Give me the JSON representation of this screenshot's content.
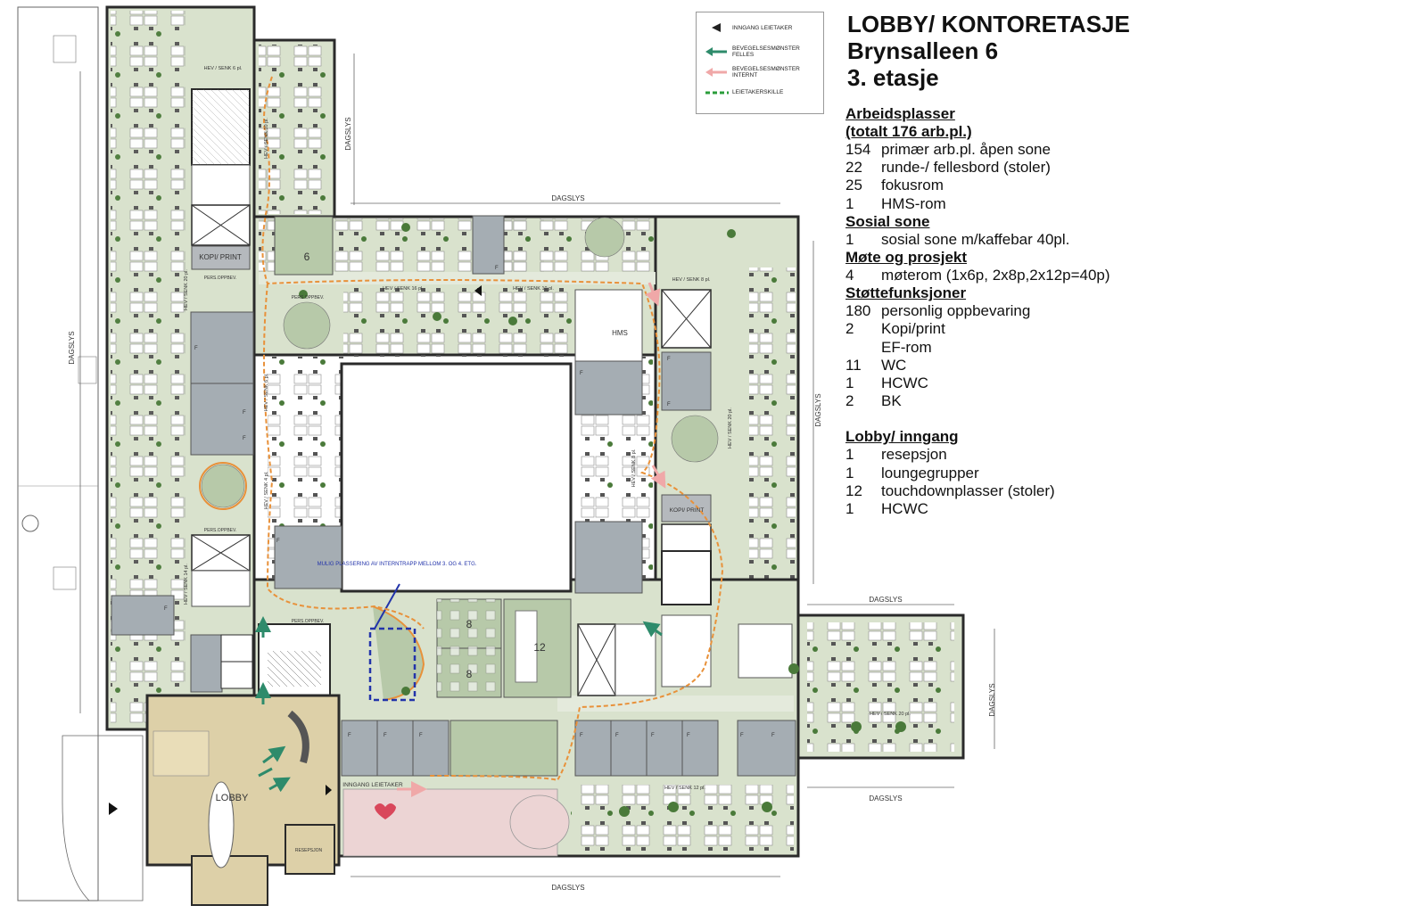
{
  "title": {
    "line1": "LOBBY/ KONTORETASJE",
    "line2": "Brynsalleen 6",
    "line3": "3. etasje"
  },
  "legend": {
    "items": [
      {
        "label": "INNGANG LEIETAKER",
        "symbol": "triangle",
        "color": "#222222"
      },
      {
        "label": "BEVEGELSESMØNSTER FELLES",
        "symbol": "arrow",
        "color": "#2e8b6b"
      },
      {
        "label": "BEVEGELSESMØNSTER INTERNT",
        "symbol": "arrow",
        "color": "#f0a8a8"
      },
      {
        "label": "LEIETAKERSKILLE",
        "symbol": "dashed-line",
        "color": "#2a9d3a"
      }
    ]
  },
  "summary": {
    "arbeidsplasser": {
      "heading": "Arbeidsplasser",
      "subheading": "(totalt 176 arb.pl.)",
      "rows": [
        {
          "count": "154",
          "label": "primær arb.pl. åpen sone"
        },
        {
          "count": "22",
          "label": "runde-/ fellesbord (stoler)"
        },
        {
          "count": "25",
          "label": "fokusrom"
        },
        {
          "count": "1",
          "label": "HMS-rom"
        }
      ]
    },
    "sosial": {
      "heading": "Sosial sone",
      "rows": [
        {
          "count": "1",
          "label": "sosial sone m/kaffebar 40pl."
        }
      ]
    },
    "mote": {
      "heading": "Møte og prosjekt",
      "rows": [
        {
          "count": "4",
          "label": "møterom (1x6p, 2x8p,2x12p=40p)"
        }
      ]
    },
    "stotte": {
      "heading": "Støttefunksjoner",
      "rows": [
        {
          "count": "180",
          "label": "personlig oppbevaring"
        },
        {
          "count": "2",
          "label": "Kopi/print"
        },
        {
          "count": "",
          "label": "EF-rom"
        },
        {
          "count": "11",
          "label": "WC"
        },
        {
          "count": "1",
          "label": "HCWC"
        },
        {
          "count": "2",
          "label": "BK"
        }
      ]
    },
    "lobby": {
      "heading": "Lobby/ inngang",
      "rows": [
        {
          "count": "1",
          "label": "resepsjon"
        },
        {
          "count": "1",
          "label": "loungegrupper"
        },
        {
          "count": "12",
          "label": "touchdownplasser (stoler)"
        },
        {
          "count": "1",
          "label": "HCWC"
        }
      ]
    }
  },
  "plan": {
    "dagslys": "DAGSLYS",
    "lobby_label": "LOBBY",
    "inngang_label": "INNGANG LEIETAKER",
    "resepsjon_label": "RESEPSJON",
    "hms_label": "HMS",
    "kopi_label_left": "KOPI/ PRINT",
    "kopi_label_right": "KOPI/ PRINT",
    "pers_oppbev": "PERS.OPPBEV.",
    "focus_letter": "F",
    "room_6": "6",
    "room_8a": "8",
    "room_8b": "8",
    "room_12": "12",
    "stair_note": "MULIG PLASSERING AV INTERNTRAPP MELLOM 3. OG 4. ETG.",
    "hev_labels": {
      "a": "HEV / SENK 6 pl.",
      "b": "HEV / SENK 10 pl.",
      "c": "HEV / SENK 20 pl.",
      "d": "HEV / SENK 6 pl.",
      "e": "HEV / SENK 4 pl.",
      "f": "HEV / SENK 14 pl.",
      "g": "HEV / SENK 16 pl.",
      "h": "HEV / SENK 10 pl.",
      "i": "HEV / SENK 8 pl.",
      "j": "HEV / SENK 8 pl.",
      "k": "HEV / SENK 20 pl.",
      "l": "HEV / SENK 20 pl.",
      "m": "HEV / SENK 12 pl."
    },
    "colors": {
      "office": "#d9e2cd",
      "focus": "#a5adb3",
      "meeting": "#b7c9a9",
      "lobby": "#ddd0a8",
      "social": "#ecd4d4",
      "corridor": "#e4eadc",
      "route": "#e8913a",
      "wall": "#2a2a2a"
    }
  }
}
